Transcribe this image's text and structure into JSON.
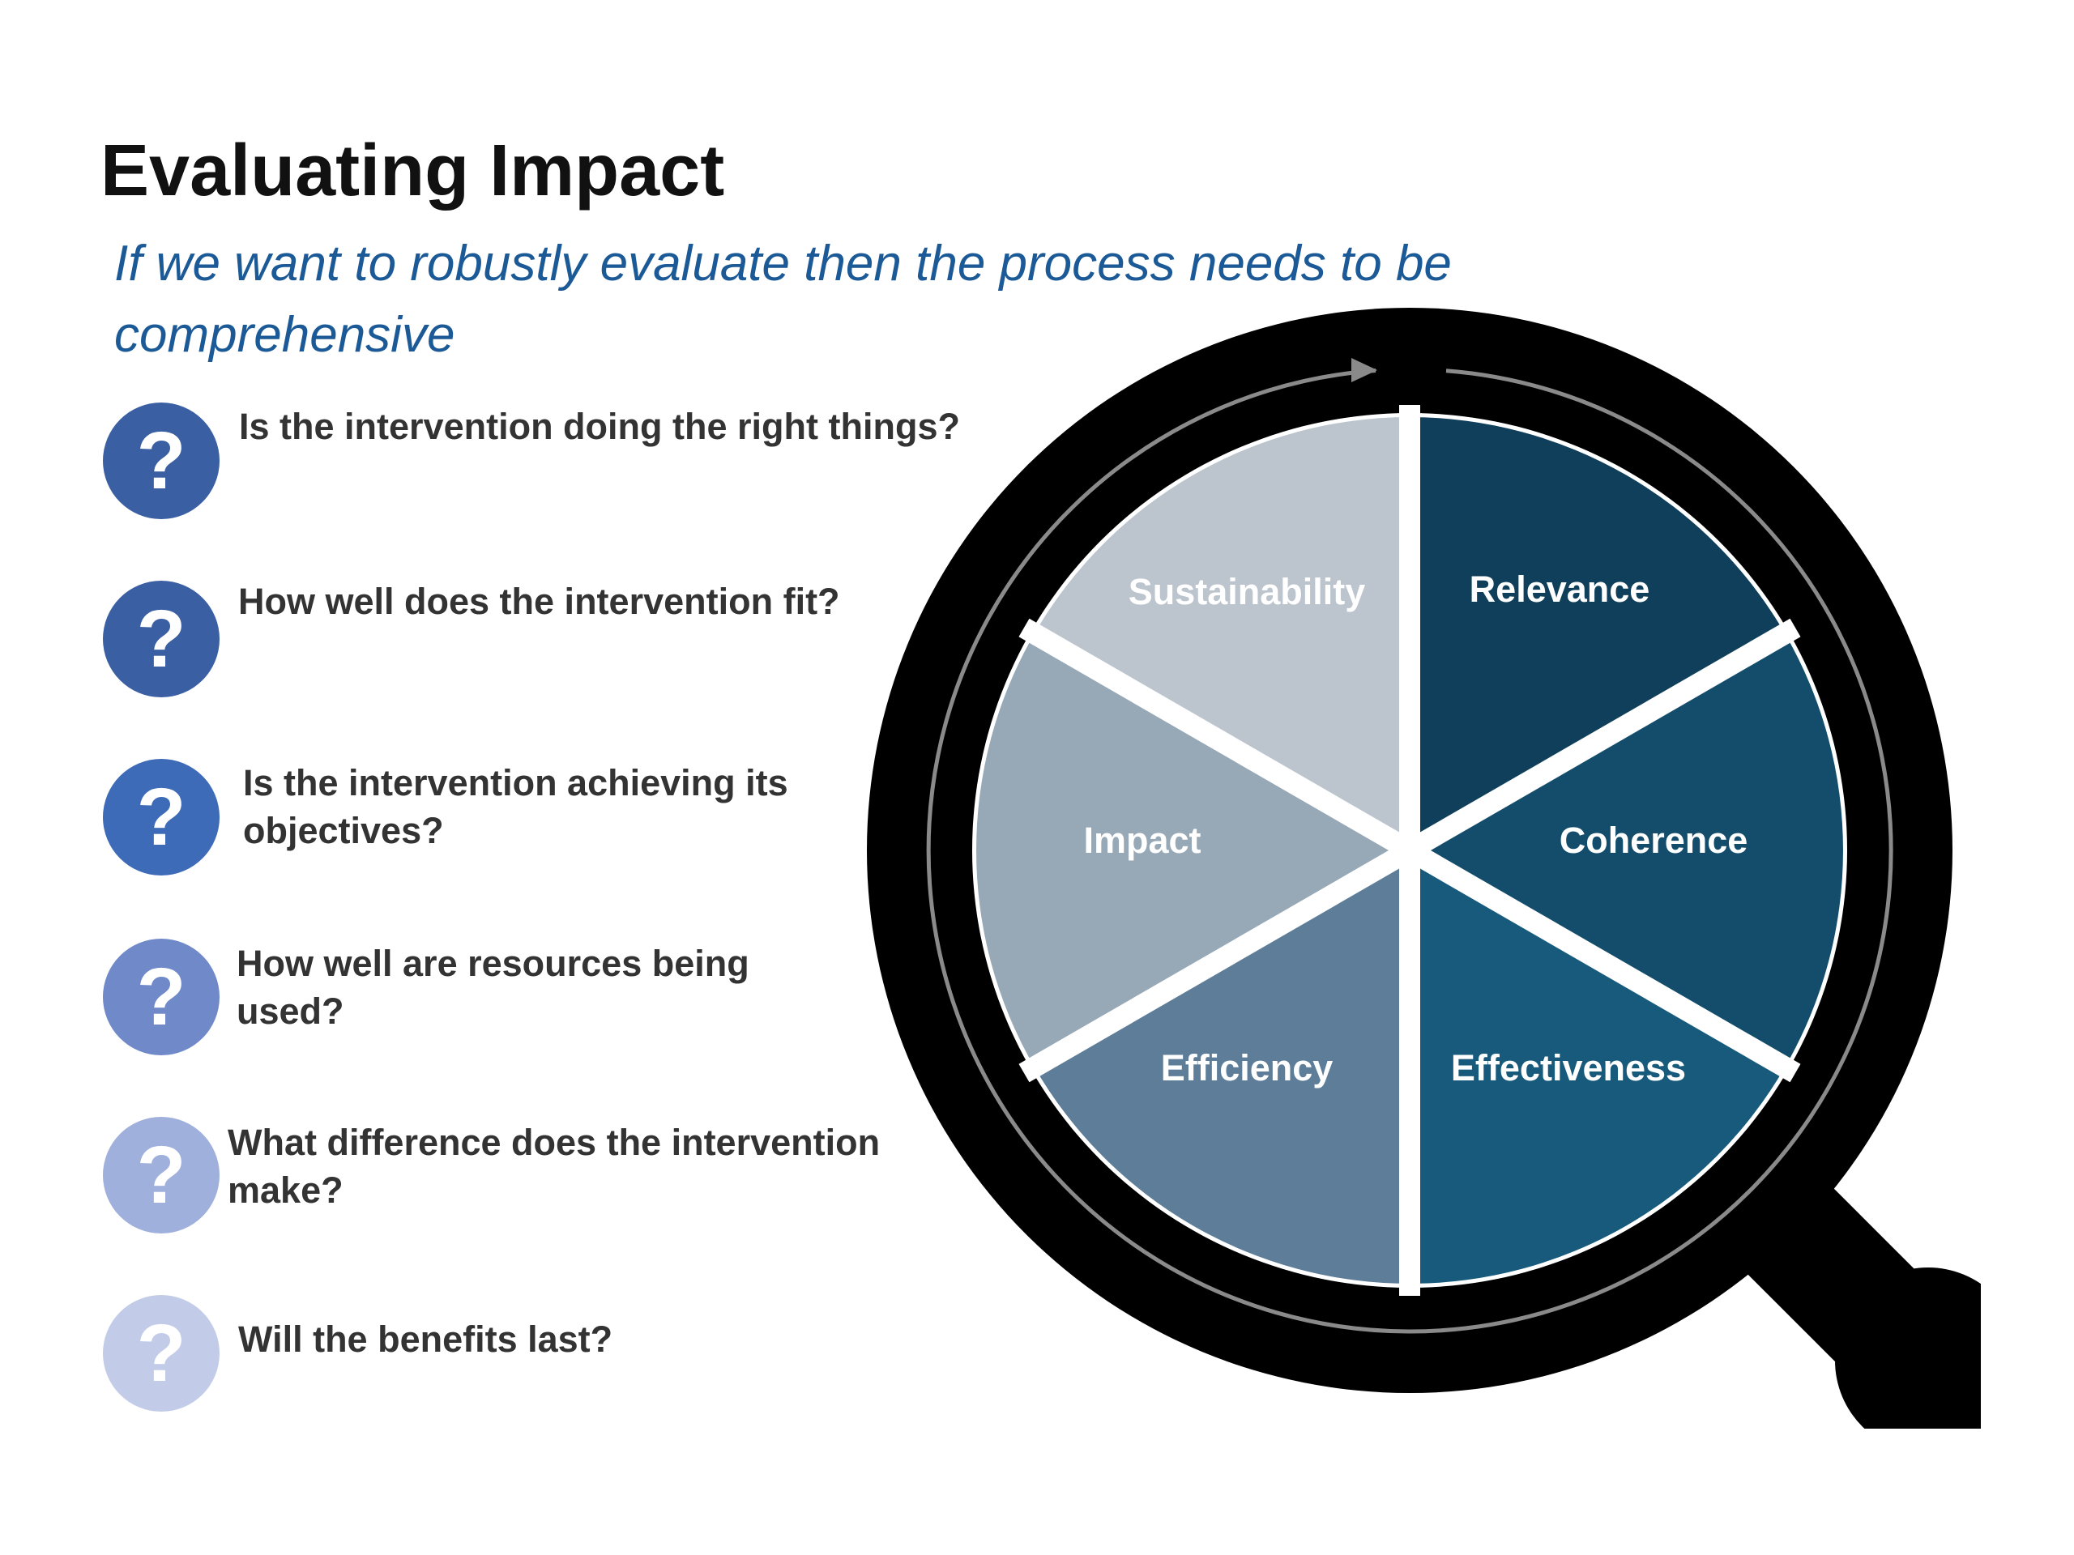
{
  "title": "Evaluating Impact",
  "subtitle": "If we want to robustly evaluate then the process needs to be comprehensive",
  "questions": [
    {
      "text": "Is the intervention doing the right things?",
      "icon": "question-mark-icon",
      "color": "#3a5fa3"
    },
    {
      "text": "How well does the intervention fit?",
      "icon": "question-mark-icon",
      "color": "#3a5fa3"
    },
    {
      "text": "Is the intervention achieving its objectives?",
      "icon": "question-mark-icon",
      "color": "#3e6bb8"
    },
    {
      "text": "How well are resources being used?",
      "icon": "question-mark-icon",
      "color": "#6f89c9"
    },
    {
      "text": "What difference does the intervention make?",
      "icon": "question-mark-icon",
      "color": "#9fb0dc"
    },
    {
      "text": "Will the benefits last?",
      "icon": "question-mark-icon",
      "color": "#c2cce8"
    }
  ],
  "question_glyph": "?",
  "diagram": {
    "icon": "magnifying-glass-icon",
    "segments": [
      {
        "label": "Relevance",
        "color": "#0f3f5a"
      },
      {
        "label": "Coherence",
        "color": "#134d6b"
      },
      {
        "label": "Effectiveness",
        "color": "#175a7c"
      },
      {
        "label": "Efficiency",
        "color": "#5e7d98"
      },
      {
        "label": "Impact",
        "color": "#97a8b7"
      },
      {
        "label": "Sustainability",
        "color": "#bcc5ce"
      }
    ]
  }
}
